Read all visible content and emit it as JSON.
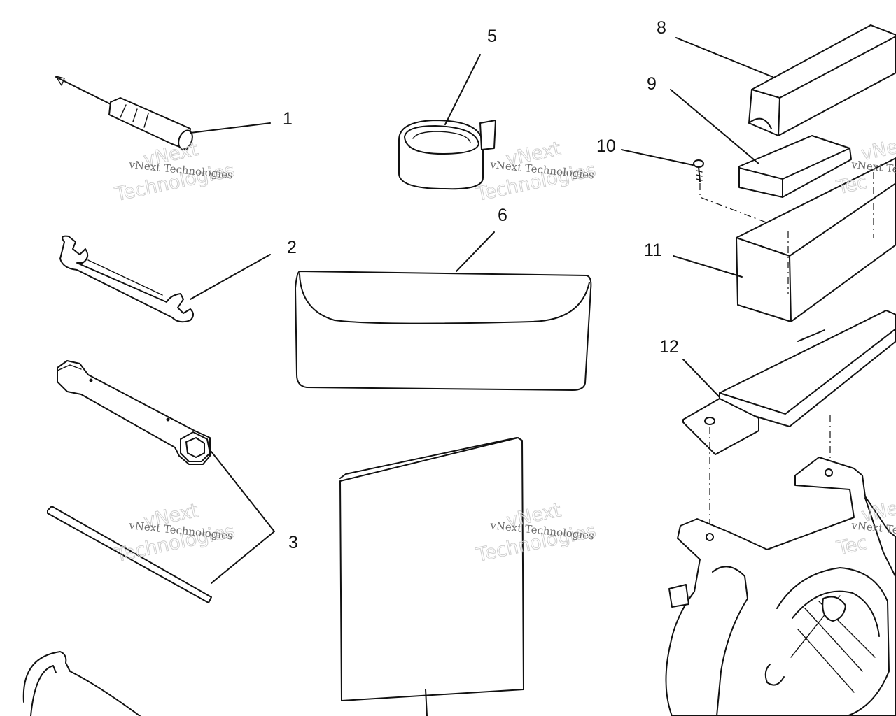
{
  "callouts": {
    "c1": "1",
    "c2": "2",
    "c3": "3",
    "c5": "5",
    "c6": "6",
    "c8": "8",
    "c9": "9",
    "c10": "10",
    "c11": "11",
    "c12": "12"
  },
  "watermark": {
    "line1": "vNext Technologies",
    "line2": "vNext",
    "line3": "Technologies",
    "partial1": "vNext Te",
    "partial2": "vNe",
    "partial3": "Tec"
  }
}
